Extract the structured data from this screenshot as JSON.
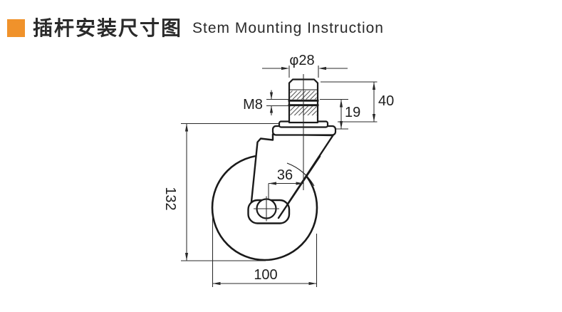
{
  "title": {
    "zh": "插杆安装尺寸图",
    "en": "Stem Mounting Instruction",
    "bullet_color": "#F0922B"
  },
  "diagram": {
    "type": "technical-drawing",
    "subject": "swivel caster with threaded stem, side view with mounting dimensions",
    "labels": {
      "stem_diameter": "φ28",
      "thread_size": "M8",
      "thread_length": "19",
      "stem_height": "40",
      "overall_height": "132",
      "swivel_offset": "36",
      "wheel_diameter": "100"
    }
  }
}
